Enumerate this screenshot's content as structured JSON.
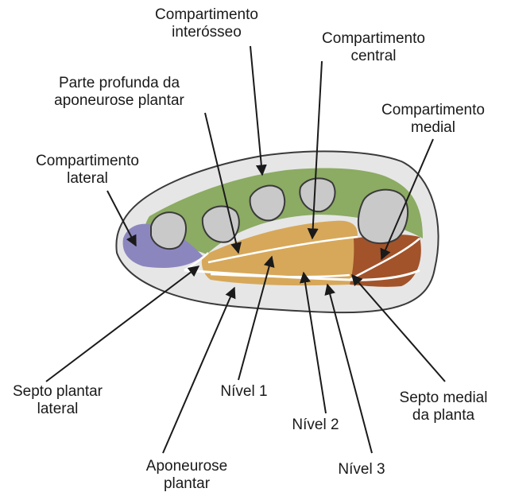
{
  "labels": {
    "interosseo": [
      "Compartimento",
      "interósseo"
    ],
    "central": [
      "Compartimento",
      "central"
    ],
    "profunda": [
      "Parte profunda da",
      "aponeurose plantar"
    ],
    "medial": [
      "Compartimento",
      "medial"
    ],
    "lateral": [
      "Compartimento",
      "lateral"
    ],
    "septo_lateral": [
      "Septo plantar",
      "lateral"
    ],
    "nivel1": [
      "Nível 1"
    ],
    "nivel2": [
      "Nível 2"
    ],
    "nivel3": [
      "Nível 3"
    ],
    "septo_medial": [
      "Septo medial",
      "da planta"
    ],
    "aponeurose": [
      "Aponeurose",
      "plantar"
    ]
  },
  "colors": {
    "outer_tissue": "#e6e6e6",
    "outer_outline": "#3a3a3a",
    "interosseous": "#8cab63",
    "central": "#d7a85a",
    "medial": "#a2532a",
    "lateral": "#8c86bf",
    "bone": "#c9c9c9",
    "septum": "#ffffff",
    "leader": "#1a1a1a"
  }
}
